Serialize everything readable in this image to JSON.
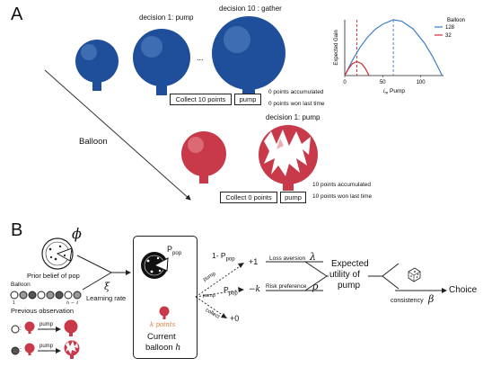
{
  "panel_a": {
    "label": "A",
    "decision_1": "decision 1: pump",
    "decision_10": "decision 10 : gather",
    "ellipsis": "...",
    "collect_button_label": "Collect 10 points",
    "pump_button_label": "pump",
    "points_accumulated": "0 points accumulated",
    "points_won_last": "0 points won last time",
    "balloon_label": "Balloon",
    "decision_1_popped": "decision 1: pump",
    "collect_button_label_2": "Collect 0 points",
    "pump_button_label_2": "pump",
    "points_accumulated_2": "10 points accumulated",
    "points_won_last_2": "10 points won last time",
    "colors": {
      "blue": "#1f4e9a",
      "red": "#c8394a"
    }
  },
  "chart_data": {
    "type": "line",
    "ylabel": "Expected Gain",
    "xlabel_i": "i",
    "xlabel_sub": "m",
    "xlabel_rest": " Pump",
    "legend_title": "Balloon",
    "legend_placement": "top-right",
    "x_ticks": [
      "0",
      "50",
      "100"
    ],
    "xlim": [
      0,
      130
    ],
    "ylim": [
      0,
      32
    ],
    "grid": false,
    "series": [
      {
        "name": "128",
        "color": "#3a7ec8",
        "x": [
          0,
          10,
          20,
          30,
          40,
          50,
          64,
          75,
          90,
          105,
          115,
          125,
          128
        ],
        "y": [
          0,
          8.7,
          16.1,
          22.0,
          26.5,
          29.5,
          32.0,
          31.2,
          26.8,
          18.6,
          11.4,
          2.9,
          0
        ]
      },
      {
        "name": "32",
        "color": "#d8262e",
        "x": [
          0,
          5,
          10,
          16,
          22,
          27,
          32
        ],
        "y": [
          0,
          4.0,
          6.8,
          8.0,
          6.9,
          4.2,
          0
        ]
      }
    ],
    "vlines": [
      {
        "x": 64,
        "color": "#3a7ec8"
      },
      {
        "x": 16,
        "color": "#d8262e"
      }
    ]
  },
  "panel_b": {
    "label": "B",
    "phi": "ϕ",
    "prior_belief": "Prior belief of pop",
    "balloon_small": "Balloon",
    "idx_1": "1",
    "idx_h": "h − 1",
    "previous_observation": "Previous   observation",
    "xi": "ξ",
    "learning_rate": "Learning rate",
    "p_pop": "P",
    "p_pop_sub": "pop",
    "k_points": "k points",
    "current_balloon": "Current",
    "current_balloon_2": "balloon",
    "current_balloon_h": "h",
    "one_minus_ppop": "1- P",
    "one_minus_ppop_sub": "pop",
    "ppop2": "P",
    "ppop2_sub": "pop",
    "pump1": "pump",
    "pump2": "pump",
    "collect": "collect",
    "plus1": "+1",
    "minus_k": "−k",
    "plus0": "+0",
    "loss_aversion": "Loss aversion",
    "lambda": "λ",
    "risk_preference": "Risk preference",
    "rho": "ρ",
    "expected_1": "Expected",
    "expected_2": "utility of",
    "expected_3": "pump",
    "consistency": "consistency",
    "beta": "β",
    "choice": "Choice",
    "legend_pump_1": "pump",
    "legend_pump_2": "pump",
    "legend_colon_1": ":",
    "legend_colon_2": ":"
  }
}
